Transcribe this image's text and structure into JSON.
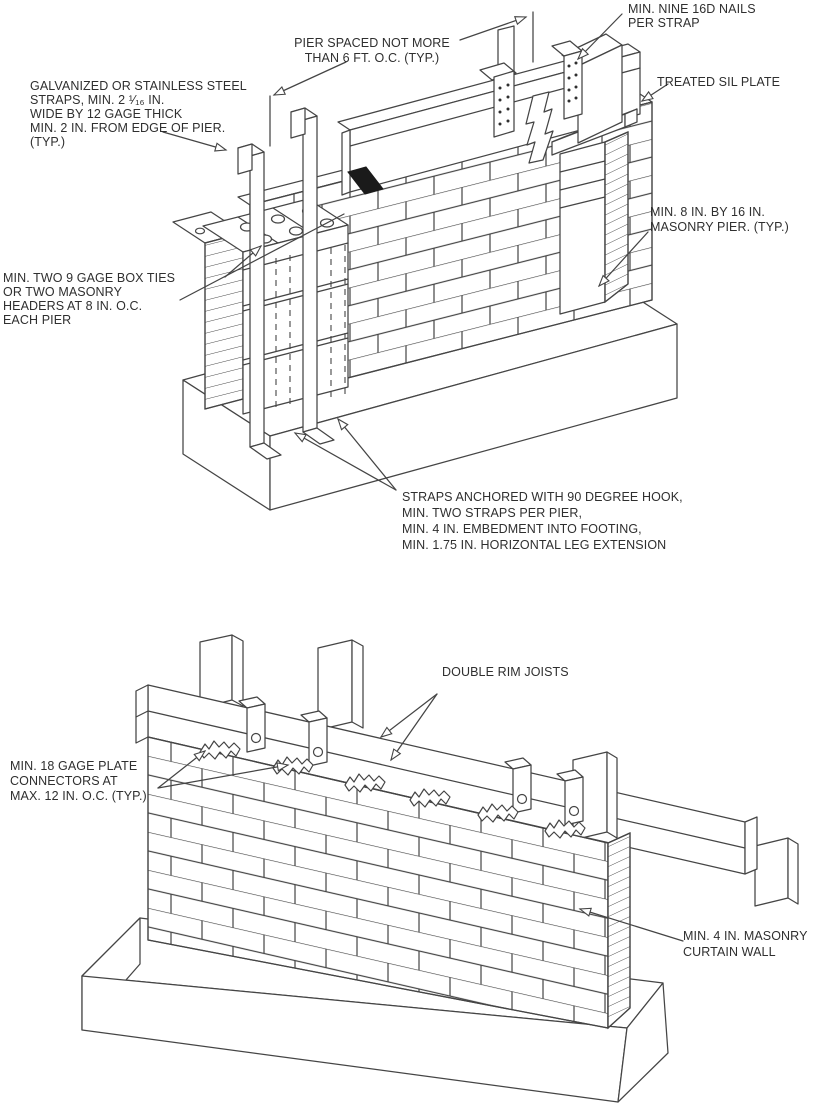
{
  "colors": {
    "line": "#454545",
    "text": "#2f2f2f",
    "background": "#ffffff",
    "highlight_strap": "#1a1a1a"
  },
  "figure1": {
    "name": "masonry-pier-strap-detail",
    "annotations": {
      "nails": {
        "lines": [
          "MIN. NINE 16D NAILS",
          "PER STRAP"
        ]
      },
      "pier_spacing": {
        "lines": [
          "PIER SPACED NOT MORE",
          "THAN 6 FT. O.C. (TYP.)"
        ]
      },
      "sill_plate": {
        "lines": [
          "TREATED SIL PLATE"
        ]
      },
      "straps_spec": {
        "lines": [
          "GALVANIZED OR STAINLESS STEEL",
          "STRAPS, MIN. 2 ¹⁄₁₆ IN.",
          "WIDE BY 12 GAGE THICK",
          "MIN. 2 IN. FROM EDGE OF PIER.",
          "(TYP.)"
        ]
      },
      "box_ties": {
        "lines": [
          "MIN. TWO 9 GAGE BOX TIES",
          "OR TWO MASONRY",
          "HEADERS AT 8 IN. O.C.",
          "EACH PIER"
        ]
      },
      "masonry_pier": {
        "lines": [
          "MIN. 8 IN. BY 16 IN.",
          "MASONRY PIER. (TYP.)"
        ]
      },
      "strap_anchor": {
        "lines": [
          "STRAPS ANCHORED WITH 90 DEGREE HOOK,",
          "MIN. TWO STRAPS PER PIER,",
          "MIN. 4 IN. EMBEDMENT INTO FOOTING,",
          "MIN. 1.75 IN. HORIZONTAL LEG EXTENSION"
        ]
      }
    }
  },
  "figure2": {
    "name": "curtain-wall-rim-joist-detail",
    "annotations": {
      "rim_joists": {
        "lines": [
          "DOUBLE RIM JOISTS"
        ]
      },
      "plate_connectors": {
        "lines": [
          "MIN. 18 GAGE PLATE",
          "CONNECTORS AT",
          "MAX. 12 IN. O.C. (TYP.)"
        ]
      },
      "curtain_wall": {
        "lines": [
          "MIN. 4 IN. MASONRY",
          "CURTAIN WALL"
        ]
      }
    }
  }
}
